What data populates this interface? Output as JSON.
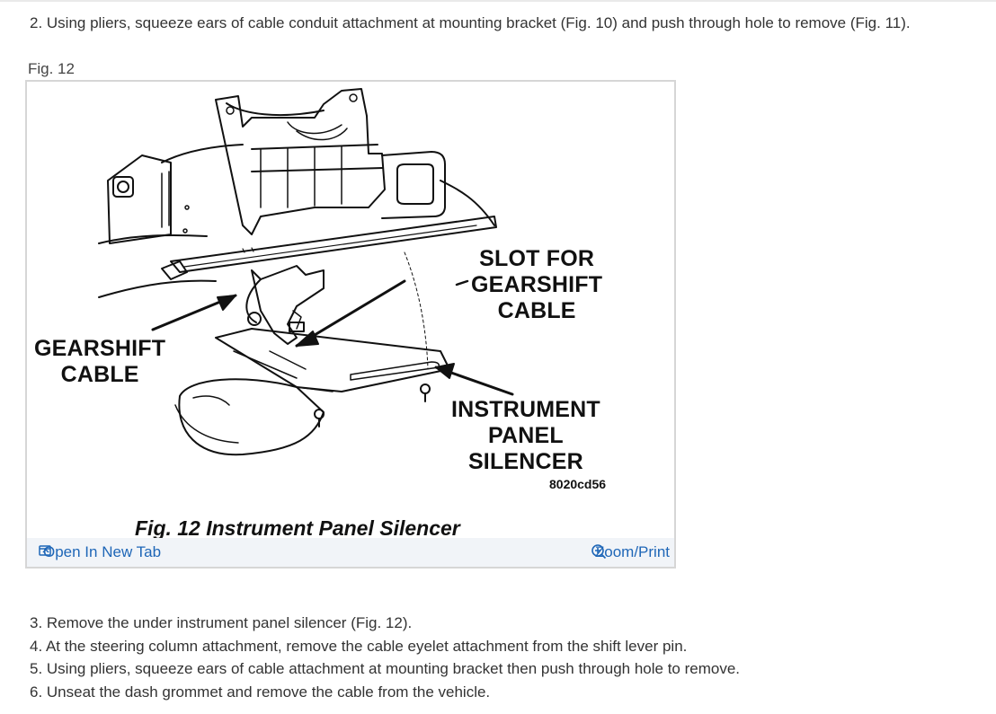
{
  "step_2": "2. Using pliers, squeeze ears of cable conduit attachment at mounting bracket (Fig. 10) and push through hole to remove (Fig. 11).",
  "figure": {
    "label": "Fig. 12",
    "callouts": {
      "slot": [
        "SLOT FOR",
        "GEARSHIFT",
        "CABLE"
      ],
      "cable": [
        "GEARSHIFT",
        "CABLE"
      ],
      "silencer": [
        "INSTRUMENT",
        "PANEL",
        "SILENCER"
      ]
    },
    "code": "8020cd56",
    "caption": "Fig. 12 Instrument Panel Silencer",
    "open_tab_label": "Open In New Tab",
    "zoom_label": "Zoom/Print",
    "link_color": "#1e66b7",
    "toolbar_color": "#f1f4f8"
  },
  "steps": [
    "3. Remove the under instrument panel silencer (Fig. 12).",
    "4. At the steering column attachment, remove the cable eyelet attachment from the shift lever pin.",
    "5. Using pliers, squeeze ears of cable attachment at mounting bracket then push through hole to remove.",
    "6. Unseat the dash grommet and remove the cable from the vehicle."
  ]
}
